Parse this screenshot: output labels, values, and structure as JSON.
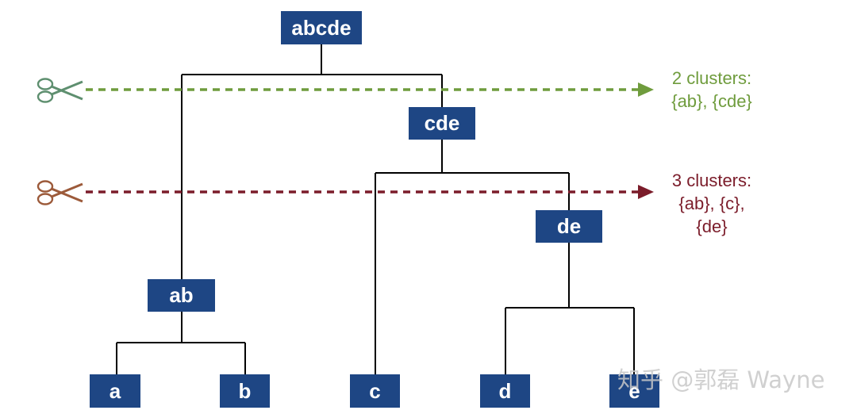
{
  "colors": {
    "node_fill": "#1e4684",
    "node_text": "#ffffff",
    "edge": "#000000",
    "cut2": "#6f9c3d",
    "cut3": "#7b1c2a",
    "watermark": "#c8c8c8"
  },
  "nodes": {
    "abcde": "abcde",
    "cde": "cde",
    "de": "de",
    "ab": "ab",
    "a": "a",
    "b": "b",
    "c": "c",
    "d": "d",
    "e": "e"
  },
  "cuts": {
    "two": {
      "line1": "2 clusters:",
      "line2": "{ab}, {cde}",
      "icon": "scissors-icon"
    },
    "three": {
      "line1": "3 clusters:",
      "line2": "{ab}, {c},",
      "line3": "{de}",
      "icon": "scissors-icon"
    }
  },
  "watermark": "知乎 @郭磊 Wayne"
}
